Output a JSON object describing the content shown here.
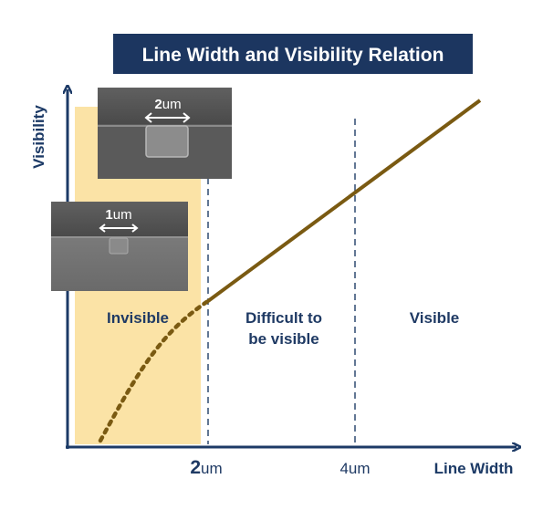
{
  "title": "Line Width and Visibility Relation",
  "y_axis_label": "Visibility",
  "x_axis_label": "Line Width",
  "tick_2um": {
    "num": "2",
    "unit": "um"
  },
  "tick_4um": "4um",
  "regions": {
    "invisible": "Invisible",
    "difficult": [
      "Difficult to",
      "be visible"
    ],
    "visible": "Visible"
  },
  "inset_2um": {
    "num": "2",
    "unit": "um"
  },
  "inset_1um": {
    "num": "1",
    "unit": "um"
  },
  "colors": {
    "title_bg": "#1c3660",
    "axis": "#1c3a66",
    "label": "#1f3a64",
    "highlight": "#fbe3a6",
    "curve": "#7a5a12",
    "dashed": "#2f4a70"
  }
}
